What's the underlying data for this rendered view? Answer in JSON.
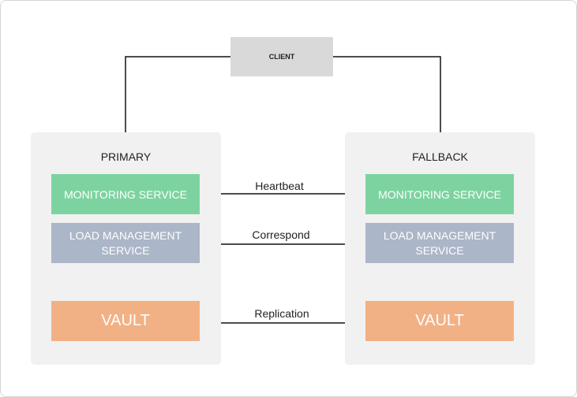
{
  "client": {
    "label": "CLIENT"
  },
  "primary": {
    "title": "PRIMARY",
    "monitoring": "MONITORING SERVICE",
    "load_management": "LOAD MANAGEMENT SERVICE",
    "vault": "VAULT"
  },
  "fallback": {
    "title": "FALLBACK",
    "monitoring": "MONITORING SERVICE",
    "load_management": "LOAD MANAGEMENT SERVICE",
    "vault": "VAULT"
  },
  "links": {
    "heartbeat": "Heartbeat",
    "correspond": "Correspond",
    "replication": "Replication"
  },
  "colors": {
    "monitoring": "#7dd3a0",
    "load_management": "#abb6c8",
    "vault": "#f2b185",
    "panel": "#f1f1f1",
    "client": "#d9d9d9"
  }
}
